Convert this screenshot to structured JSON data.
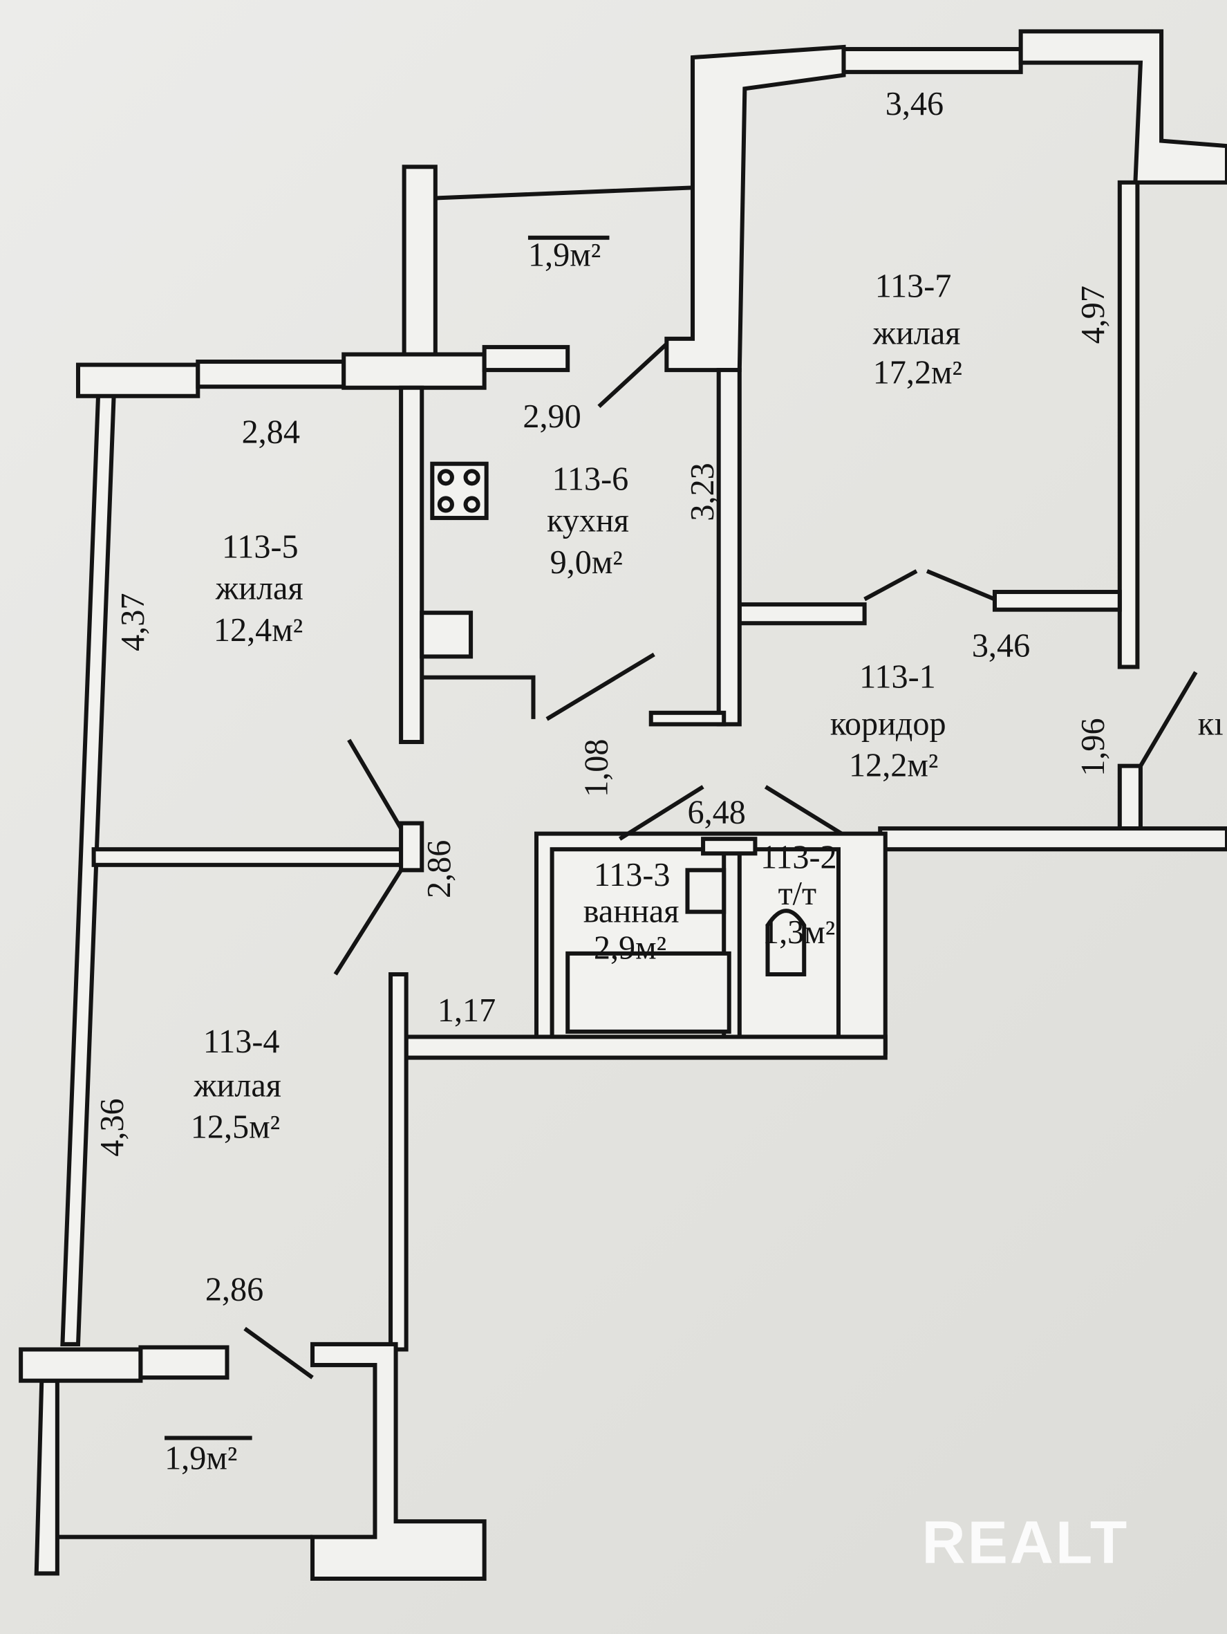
{
  "balconies": {
    "top": "1,9м²",
    "bottom": "1,9м²"
  },
  "rooms": [
    {
      "id": "113-7",
      "type": "жилая",
      "area": "17,2м²"
    },
    {
      "id": "113-6",
      "type": "кухня",
      "area": "9,0м²"
    },
    {
      "id": "113-5",
      "type": "жилая",
      "area": "12,4м²"
    },
    {
      "id": "113-1",
      "type": "коридор",
      "area": "12,2м²"
    },
    {
      "id": "113-3",
      "type": "ванная",
      "area": "2,9м²"
    },
    {
      "id": "113-2",
      "type": "т/т",
      "area": "1,3м²"
    },
    {
      "id": "113-4",
      "type": "жилая",
      "area": "12,5м²"
    }
  ],
  "dimensions": {
    "r7_top": "3,46",
    "r7_side": "4,97",
    "r6_top": "2,90",
    "r6_side": "3,23",
    "r5_top": "2,84",
    "r5_side": "4,37",
    "corridor_width": "3,46",
    "corridor_side": "1,96",
    "hall_side": "1,08",
    "hall_length": "6,48",
    "passage": "2,86",
    "bath_width": "1,17",
    "r4_side": "4,36",
    "r4_bottom": "2,86"
  },
  "cut_label": "кı",
  "watermark": "REALT"
}
